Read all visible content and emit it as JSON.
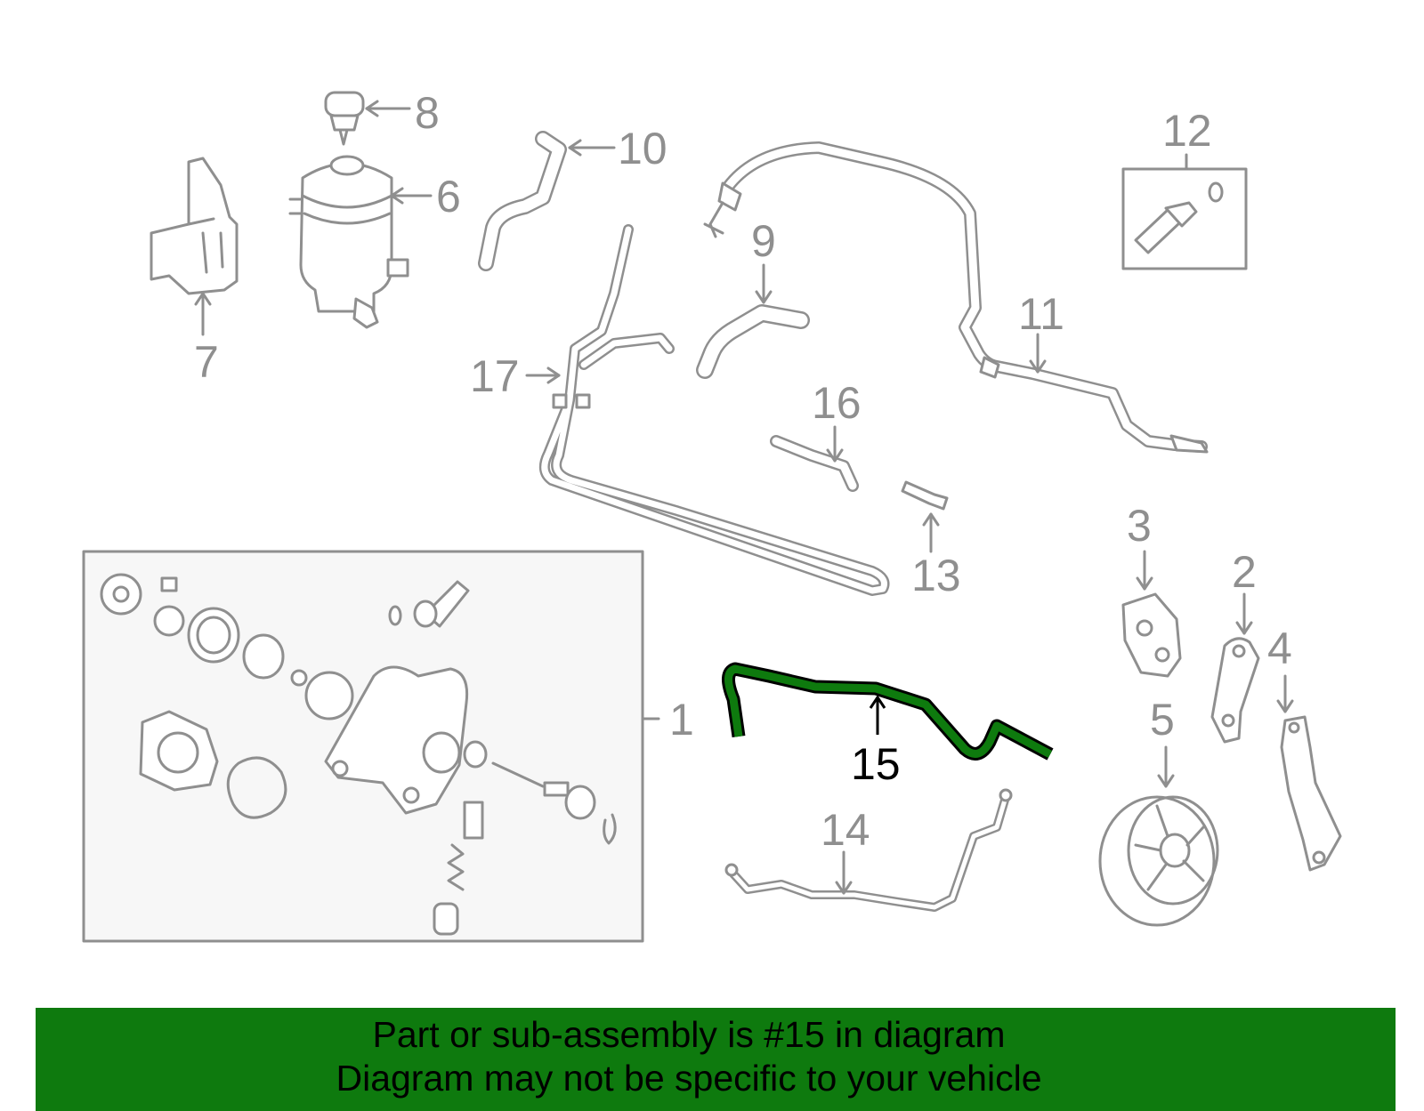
{
  "labels": {
    "l1": "1",
    "l2": "2",
    "l3": "3",
    "l4": "4",
    "l5": "5",
    "l6": "6",
    "l7": "7",
    "l8": "8",
    "l9": "9",
    "l10": "10",
    "l11": "11",
    "l12": "12",
    "l13": "13",
    "l14": "14",
    "l15": "15",
    "l16": "16",
    "l17": "17"
  },
  "highlight_part": "15",
  "colors": {
    "highlight_fill": "#0e7a0e",
    "banner_bg": "#0e7a0e",
    "line_gray": "#8f8f8f"
  },
  "banner": {
    "line1": "Part or sub-assembly is #15 in diagram",
    "line2": "Diagram may not be specific to your vehicle"
  }
}
